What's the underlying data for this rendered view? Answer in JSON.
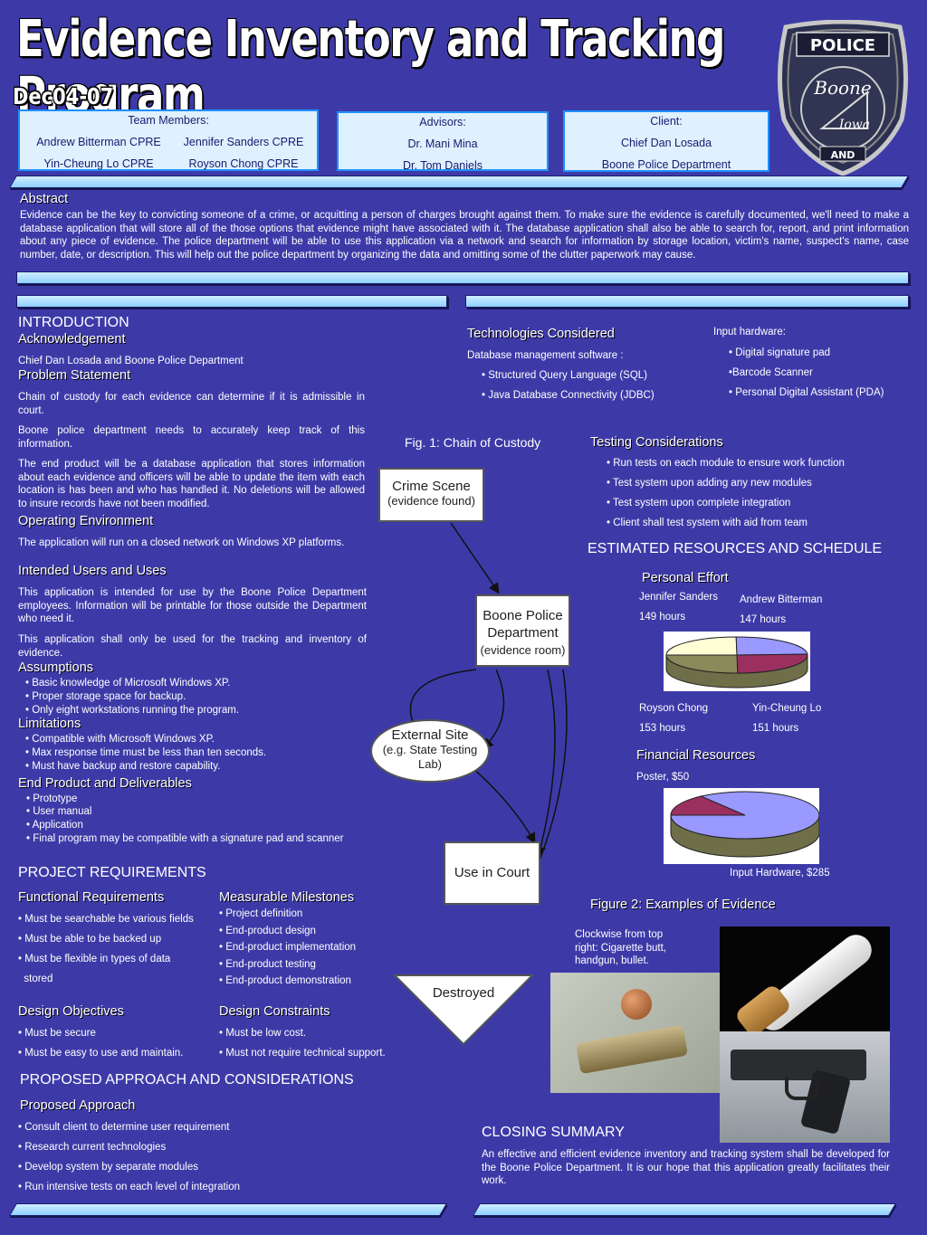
{
  "title": "Evidence Inventory and Tracking Program",
  "code": "Dec04-07",
  "badge": {
    "line1": "POLICE",
    "line2": "Boone",
    "line3": "Iowa",
    "line4": "AND"
  },
  "team": {
    "label": "Team Members:",
    "members": [
      "Andrew Bitterman CPRE",
      "Jennifer Sanders CPRE",
      "Yin-Cheung Lo CPRE",
      "Royson Chong CPRE"
    ]
  },
  "advisors": {
    "label": "Advisors:",
    "names": [
      "Dr. Mani Mina",
      "Dr. Tom Daniels"
    ]
  },
  "client": {
    "label": "Client:",
    "name": "Chief Dan Losada",
    "org": "Boone Police Department"
  },
  "abstract": {
    "heading": "Abstract",
    "text": "Evidence can be the key to convicting someone of a crime, or acquitting a person of charges brought against them. To make sure the evidence is carefully documented, we'll need to make a database application that will store all of the those options that evidence might have associated with it. The database application shall also be able to search for, report, and print information about any piece of evidence. The police department will be able to use this application via a network and search for information by storage location, victim's name, suspect's name, case number, date, or description. This will help out the police department by organizing the data and omitting some of the clutter paperwork may cause."
  },
  "intro": {
    "heading": "INTRODUCTION",
    "ack_h": "Acknowledgement",
    "ack": "Chief Dan Losada  and  Boone Police Department",
    "prob_h": "Problem Statement",
    "prob": [
      "Chain of custody for each evidence can determine if it is admissible in court.",
      "Boone police department needs to accurately keep track of this information.",
      "The end product will be a database application that stores information about each evidence and officers will be able to update the item with each location is has been and who has handled it. No deletions will be allowed to insure records have not been modified."
    ],
    "env_h": "Operating Environment",
    "env": "The application will run on a closed network on Windows XP platforms.",
    "users_h": "Intended Users and Uses",
    "users": [
      "This application is intended for use by the Boone Police Department employees. Information will be printable for those outside the Department who need it.",
      "This application shall only be used for the tracking and inventory of evidence."
    ],
    "assump_h": "Assumptions",
    "assump": [
      "• Basic knowledge of Microsoft Windows XP.",
      "• Proper storage space for backup.",
      "• Only eight workstations running the program."
    ],
    "lim_h": "Limitations",
    "lim": [
      "• Compatible with Microsoft Windows XP.",
      "• Max response time must be less than ten seconds.",
      "• Must have backup and restore capability."
    ],
    "end_h": "End Product and Deliverables",
    "end": [
      "• Prototype",
      "• User  manual",
      "• Application",
      "• Final program may be compatible with a signature pad and scanner"
    ]
  },
  "req": {
    "heading": "PROJECT REQUIREMENTS",
    "func_h": "Functional Requirements",
    "func": [
      "• Must be searchable be various fields",
      "• Must be able to be backed up",
      "• Must be flexible in types of data",
      "  stored"
    ],
    "mile_h": "Measurable Milestones",
    "mile": [
      "• Project definition",
      "• End-product design",
      "• End-product implementation",
      "• End-product testing",
      "• End-product demonstration"
    ],
    "obj_h": "Design Objectives",
    "obj": [
      "• Must be secure",
      "• Must be easy to use and maintain."
    ],
    "con_h": "Design Constraints",
    "con": [
      "• Must be low cost.",
      "• Must not require technical support."
    ]
  },
  "approach": {
    "heading": "PROPOSED APPROACH AND CONSIDERATIONS",
    "sub": "Proposed Approach",
    "items": [
      "• Consult client to determine user requirement",
      "• Research current technologies",
      "• Develop system by separate modules",
      "• Run intensive tests on each level of integration"
    ]
  },
  "tech": {
    "heading": "Technologies Considered",
    "db": "Database management software :",
    "db_items": [
      "• Structured Query Language (SQL)",
      "• Java Database Connectivity (JDBC)"
    ],
    "hw": "Input hardware:",
    "hw_items": [
      "• Digital signature pad",
      "•Barcode Scanner",
      "• Personal Digital Assistant (PDA)"
    ]
  },
  "fig1": {
    "caption": "Fig. 1: Chain of Custody",
    "crime": "Crime Scene",
    "crime2": "(evidence found)",
    "dept1": "Boone Police",
    "dept2": "Department",
    "dept3": "(evidence room)",
    "ext1": "External Site",
    "ext2": "(e.g. State Testing",
    "ext3": "Lab)",
    "court": "Use in Court",
    "destroyed": "Destroyed"
  },
  "testing": {
    "heading": "Testing Considerations",
    "items": [
      "• Run tests on each module to ensure work function",
      "• Test system upon adding any new modules",
      "• Test system upon complete integration",
      "• Client shall test system with aid from team"
    ]
  },
  "resources": {
    "heading": "ESTIMATED RESOURCES AND SCHEDULE",
    "effort_h": "Personal Effort",
    "financial_h": "Financial Resources"
  },
  "chart_data": [
    {
      "type": "pie",
      "title": "Personal Effort",
      "categories": [
        "Jennifer Sanders",
        "Andrew Bitterman",
        "Royson Chong",
        "Yin-Cheung Lo"
      ],
      "values": [
        149,
        147,
        153,
        151
      ],
      "labels": [
        "149 hours",
        "147 hours",
        "153 hours",
        "151 hours"
      ],
      "colors": [
        "#ffffd6",
        "#9999ff",
        "#9b3060",
        "#8a8a5a"
      ]
    },
    {
      "type": "pie",
      "title": "Financial Resources",
      "categories": [
        "Poster",
        "Input Hardware"
      ],
      "values": [
        50,
        285
      ],
      "labels": [
        "Poster, $50",
        "Input Hardware, $285"
      ],
      "colors": [
        "#9b3060",
        "#9999ff"
      ]
    }
  ],
  "fig2": {
    "caption": "Figure 2: Examples of Evidence",
    "desc": "Clockwise from top right: Cigarette butt, handgun, bullet."
  },
  "closing": {
    "heading": "CLOSING SUMMARY",
    "text": "An effective and efficient evidence inventory and tracking system shall be developed for the Boone Police Department. It is our hope that this application greatly facilitates their work."
  },
  "colors": {
    "background": "#3d3aa8",
    "card": "#dff0ff",
    "bar": "#9fd8ff"
  }
}
